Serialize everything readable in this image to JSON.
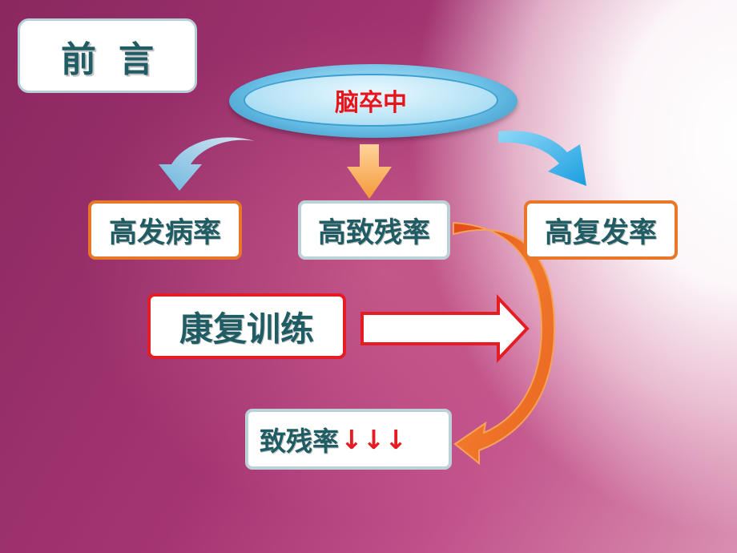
{
  "title": "前言",
  "center": "脑卒中",
  "outcomes": [
    "高发病率",
    "高致残率",
    "高复发率"
  ],
  "rehab": "康复训练",
  "result": {
    "label": "致残率",
    "arrows": "↓↓↓"
  },
  "colors": {
    "background": "#a43573",
    "title_text": "#1f5c63",
    "stroke_text": "#e8141c",
    "orange": "#e8772a",
    "red": "#e51c24",
    "blue": "#5bb8df"
  }
}
